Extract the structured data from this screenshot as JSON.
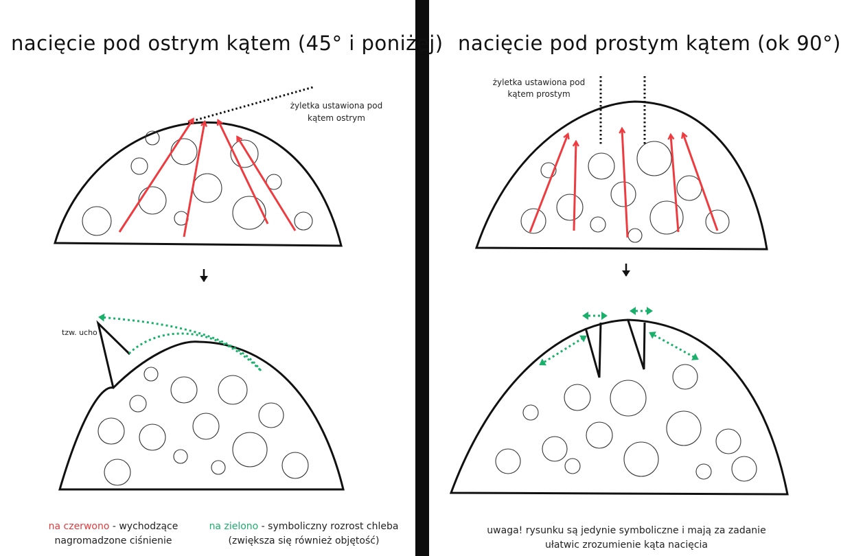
{
  "left": {
    "title": "nacięcie pod ostrym kątem (45° i poniżej)",
    "blade_label_line1": "żyletka ustawiona pod",
    "blade_label_line2": "kątem ostrym",
    "ear_label": "tzw. ucho",
    "legend_red_key": "na czerwono",
    "legend_red_line1": " - wychodzące",
    "legend_red_line2": "nagromadzone ciśnienie",
    "legend_green_key": "na zielono",
    "legend_green_line1": " - symboliczny rozrost chleba",
    "legend_green_line2": "(zwiększa się również objętość)"
  },
  "right": {
    "title": "nacięcie pod prostym kątem (ok 90°)",
    "blade_label_line1": "żyletka ustawiona pod",
    "blade_label_line2": "kątem prostym",
    "note_line1": "uwaga! rysunku są jedynie symboliczne i mają za zadanie",
    "note_line2": "ułatwic zrozumienie kąta nacięcia"
  },
  "colors": {
    "pressure_arrow": "#ee3b3f",
    "growth_arrow": "#1ab06b",
    "outline": "#111111",
    "divider": "#0d0d0d"
  },
  "icons": {
    "flow_arrow": "down-arrow-icon"
  }
}
